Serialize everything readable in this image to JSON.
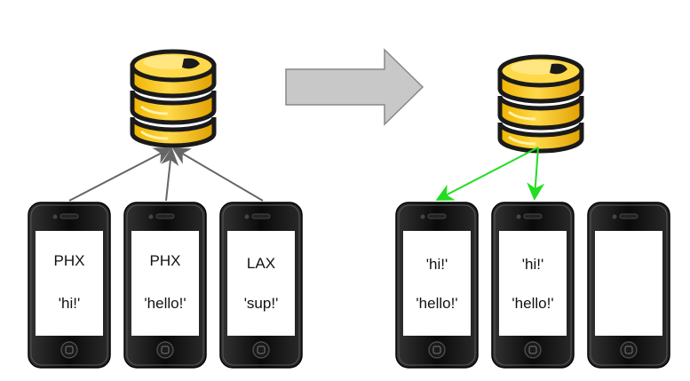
{
  "left_group": {
    "phones": [
      {
        "region": "PHX",
        "message": "'hi!'"
      },
      {
        "region": "PHX",
        "message": "'hello!'"
      },
      {
        "region": "LAX",
        "message": "'sup!'"
      }
    ],
    "arrow_color": "#666666"
  },
  "transition_arrow": {
    "color": "#c8c8c8",
    "stroke": "#888888"
  },
  "right_group": {
    "phones": [
      {
        "line1": "'hi!'",
        "line2": "'hello!'"
      },
      {
        "line1": "'hi!'",
        "line2": "'hello!'"
      },
      {
        "line1": "",
        "line2": ""
      }
    ],
    "arrow_color": "#22dd22"
  },
  "database": {
    "fill": "#f5c518",
    "outline": "#1a1a1a",
    "highlight": "#ffe680"
  },
  "phone_style": {
    "body": "#111111",
    "screen": "#ffffff"
  }
}
